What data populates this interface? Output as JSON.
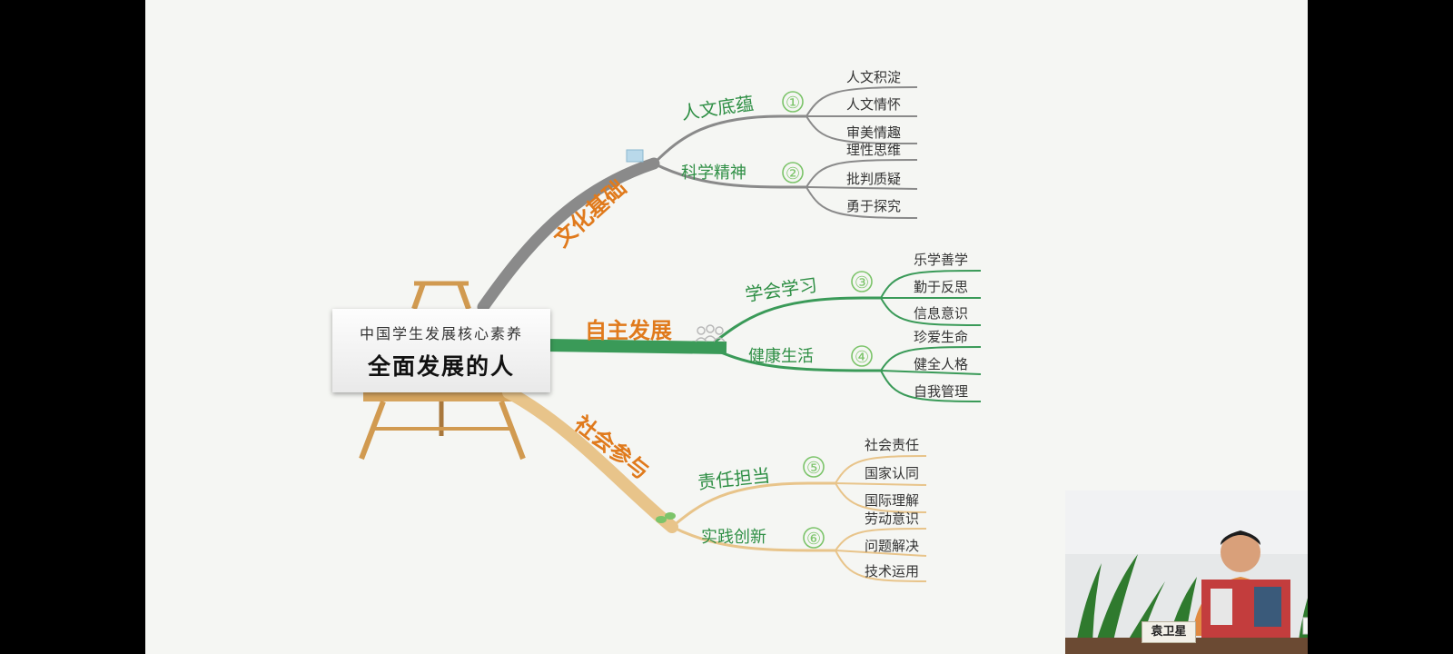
{
  "center": {
    "subtitle": "中国学生发展核心素养",
    "title": "全面发展的人"
  },
  "branches": [
    {
      "label": "文化基础",
      "color": "#e07a1c",
      "line_color": "#8a8a8a",
      "children": [
        {
          "label": "人文底蕴",
          "number": "①",
          "leaves": [
            "人文积淀",
            "人文情怀",
            "审美情趣"
          ]
        },
        {
          "label": "科学精神",
          "number": "②",
          "leaves": [
            "理性思维",
            "批判质疑",
            "勇于探究"
          ]
        }
      ]
    },
    {
      "label": "自主发展",
      "color": "#e07a1c",
      "line_color": "#3a9a58",
      "children": [
        {
          "label": "学会学习",
          "number": "③",
          "leaves": [
            "乐学善学",
            "勤于反思",
            "信息意识"
          ]
        },
        {
          "label": "健康生活",
          "number": "④",
          "leaves": [
            "珍爱生命",
            "健全人格",
            "自我管理"
          ]
        }
      ]
    },
    {
      "label": "社会参与",
      "color": "#e07a1c",
      "line_color": "#e8c48a",
      "children": [
        {
          "label": "责任担当",
          "number": "⑤",
          "leaves": [
            "社会责任",
            "国家认同",
            "国际理解"
          ]
        },
        {
          "label": "实践创新",
          "number": "⑥",
          "leaves": [
            "劳动意识",
            "问题解决",
            "技术运用"
          ]
        }
      ]
    }
  ],
  "video": {
    "nameplate": "袁卫星"
  },
  "colors": {
    "child_text_green": "#2f8f45",
    "number_circle": "#7cc46a",
    "leaf_text": "#333333"
  }
}
